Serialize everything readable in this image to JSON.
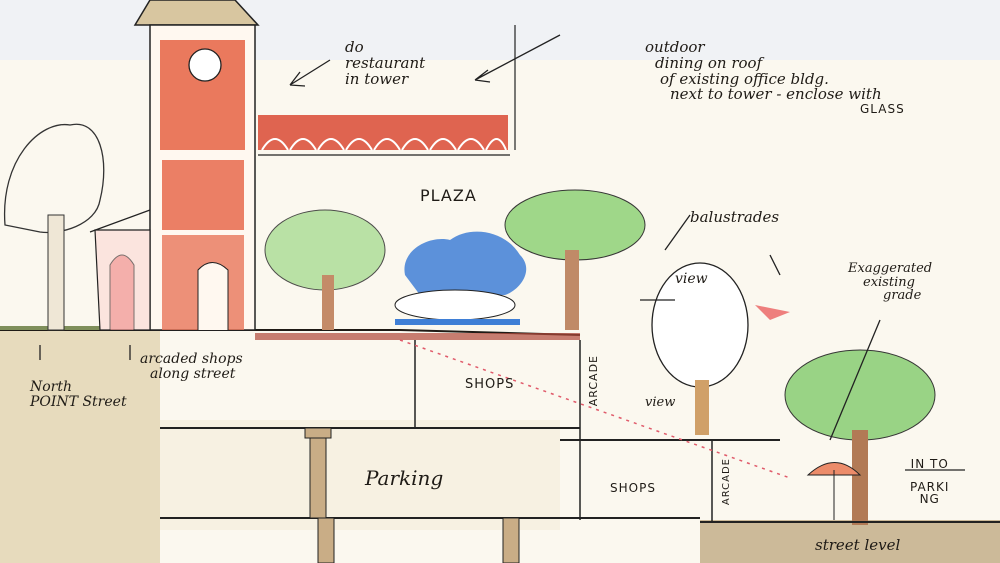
{
  "colors": {
    "paper": "#fbf8ef",
    "sky_wash": "#e4ecf7",
    "ground": "#d8c9a6",
    "ink": "#1f1b16",
    "brick": "#dd5a3e",
    "tree_green": "#8fd07a",
    "fountain_blue": "#3f7fd6",
    "column_tan": "#c9ad86"
  },
  "annotations": {
    "restaurant": [
      "do",
      "restaurant",
      "in tower"
    ],
    "outdoor_dining": [
      "outdoor",
      "dining on roof",
      "of existing office bldg.",
      "next to tower - enclose with",
      "GLASS"
    ],
    "plaza": "PLAZA",
    "balustrades": "balustrades",
    "view_upper": "view",
    "view_lower": "view",
    "exaggerated_grade": [
      "Exaggerated",
      "existing",
      "grade"
    ],
    "north_point_street": [
      "North",
      "POINT Street"
    ],
    "arcaded_shops": [
      "arcaded shops",
      "along street"
    ],
    "shops_upper": "SHOPS",
    "shops_lower": "SHOPS",
    "arcade_upper": "ARCADE",
    "arcade_lower": "ARCADE",
    "parking": "Parking",
    "into_parking": [
      "IN TO",
      "PARKI",
      "NG"
    ],
    "street_level": "street level"
  }
}
